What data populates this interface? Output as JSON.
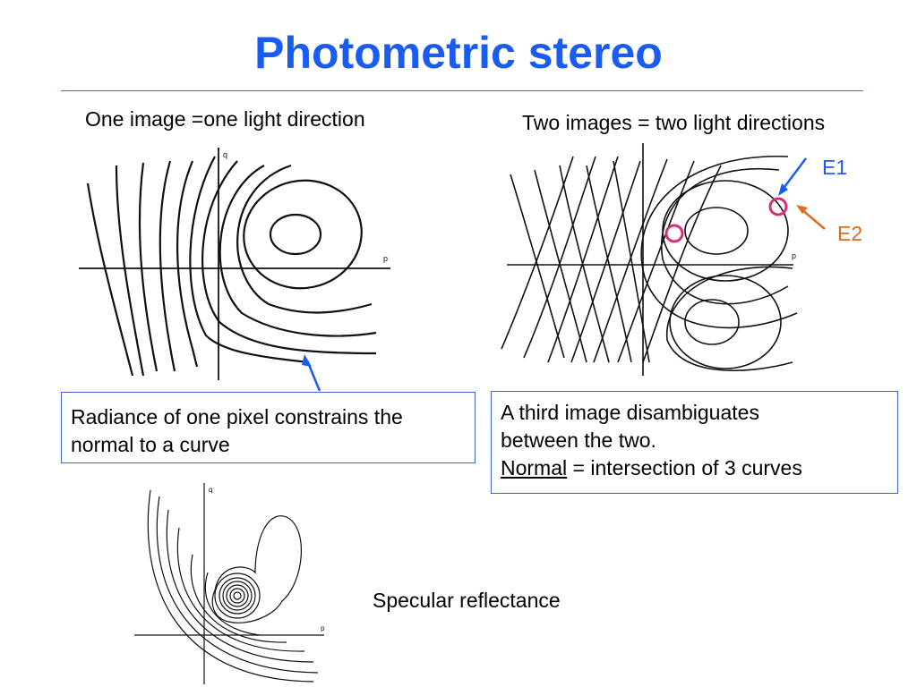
{
  "title": "Photometric stereo",
  "left_panel": {
    "caption": "One image =one light direction",
    "axis_x": "p",
    "axis_y": "q",
    "note": "Radiance of one pixel constrains the normal to a curve"
  },
  "right_panel": {
    "caption": "Two images = two light directions",
    "axis_x": "p",
    "label_e1": "E1",
    "label_e2": "E2",
    "note_line1": "A third image disambiguates",
    "note_line2": "between the two.",
    "note_line3_underlined": "Normal",
    "note_line3_rest": " = intersection of 3 curves"
  },
  "specular_panel": {
    "caption": "Specular reflectance",
    "axis_x": "p",
    "axis_y": "q"
  },
  "colors": {
    "title": "#1a5cf0",
    "rule": "#3366ff",
    "e1": "#1a5cf0",
    "e2": "#e06a1a",
    "circle_marker": "#d4307a"
  }
}
